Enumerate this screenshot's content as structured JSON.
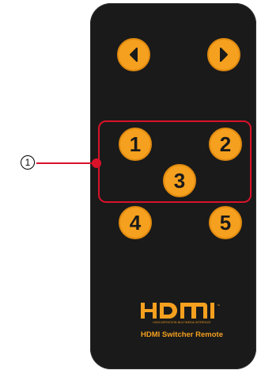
{
  "callout": {
    "number": "1",
    "color": "#d9122a"
  },
  "remote": {
    "body_color": "#1a1a1a",
    "button_color": "#f5a01e",
    "buttons": {
      "prev": {
        "icon": "chevron-left-icon"
      },
      "next": {
        "icon": "chevron-right-icon"
      },
      "input_1": "1",
      "input_2": "2",
      "input_3": "3",
      "input_4": "4",
      "input_5": "5"
    },
    "logo": {
      "wordmark": "HDMI",
      "tagline": "HIGH-DEFINITION MULTIMEDIA INTERFACE"
    },
    "name": "HDMI Switcher Remote"
  }
}
